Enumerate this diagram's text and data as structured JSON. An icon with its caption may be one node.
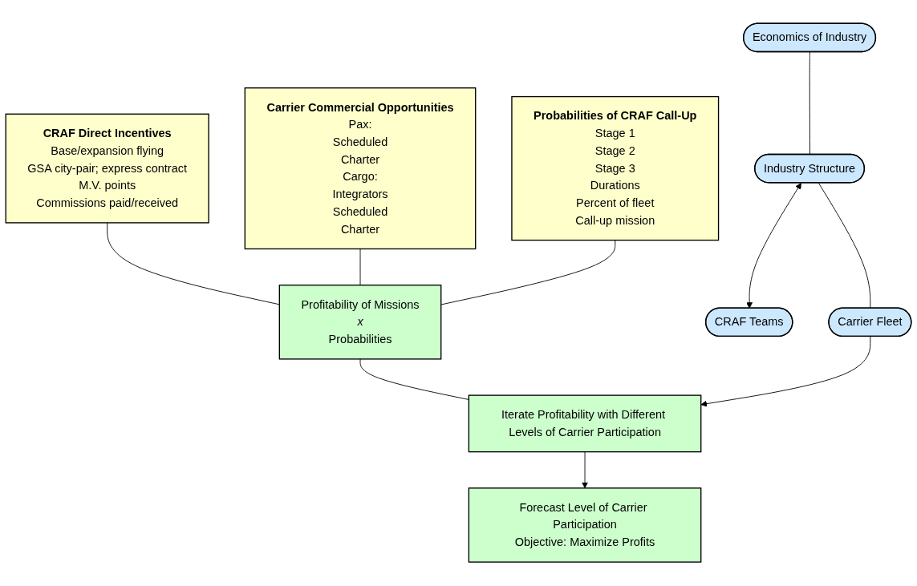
{
  "diagram": {
    "nodes": [
      {
        "text": [
          "CRAF Direct Incentives",
          "Base/expansion flying",
          "GSA city-pair; express contract",
          "M.V. points",
          "Commissions paid/received"
        ]
      },
      {
        "text": [
          "Carrier Commercial Opportunities",
          "Pax:",
          "Scheduled",
          "Charter",
          "Cargo:",
          "Integrators",
          "Scheduled",
          "Charter"
        ]
      },
      {
        "text": [
          "Probabilities of CRAF Call-Up",
          "Stage 1",
          "Stage 2",
          "Stage 3",
          "Durations",
          "Percent of fleet",
          "Call-up mission"
        ]
      },
      {
        "text": [
          "Profitability of Missions",
          "x",
          "Probabilities"
        ]
      },
      {
        "text": [
          "Economics of Industry"
        ]
      },
      {
        "text": [
          "Industry Structure"
        ]
      },
      {
        "text": [
          "CRAF Teams"
        ]
      },
      {
        "text": [
          "Carrier Fleet"
        ]
      },
      {
        "text": [
          "Iterate Profitability with Different Levels of Carrier Participation"
        ]
      },
      {
        "text": [
          "Forecast Level of Carrier Participation",
          "Objective: Maximize Profits"
        ]
      }
    ],
    "edges": [
      {
        "from": 0,
        "to": 3,
        "arrow": "none"
      },
      {
        "from": 1,
        "to": 3,
        "arrow": "none"
      },
      {
        "from": 2,
        "to": 3,
        "arrow": "none"
      },
      {
        "from": 3,
        "to": 8,
        "arrow": "none"
      },
      {
        "from": 4,
        "to": 5,
        "arrow": "none"
      },
      {
        "from": 5,
        "to": 6,
        "arrow": "both"
      },
      {
        "from": 5,
        "to": 7,
        "arrow": "none"
      },
      {
        "from": 7,
        "to": 8,
        "arrow": "to"
      },
      {
        "from": 8,
        "to": 9,
        "arrow": "to"
      }
    ]
  }
}
